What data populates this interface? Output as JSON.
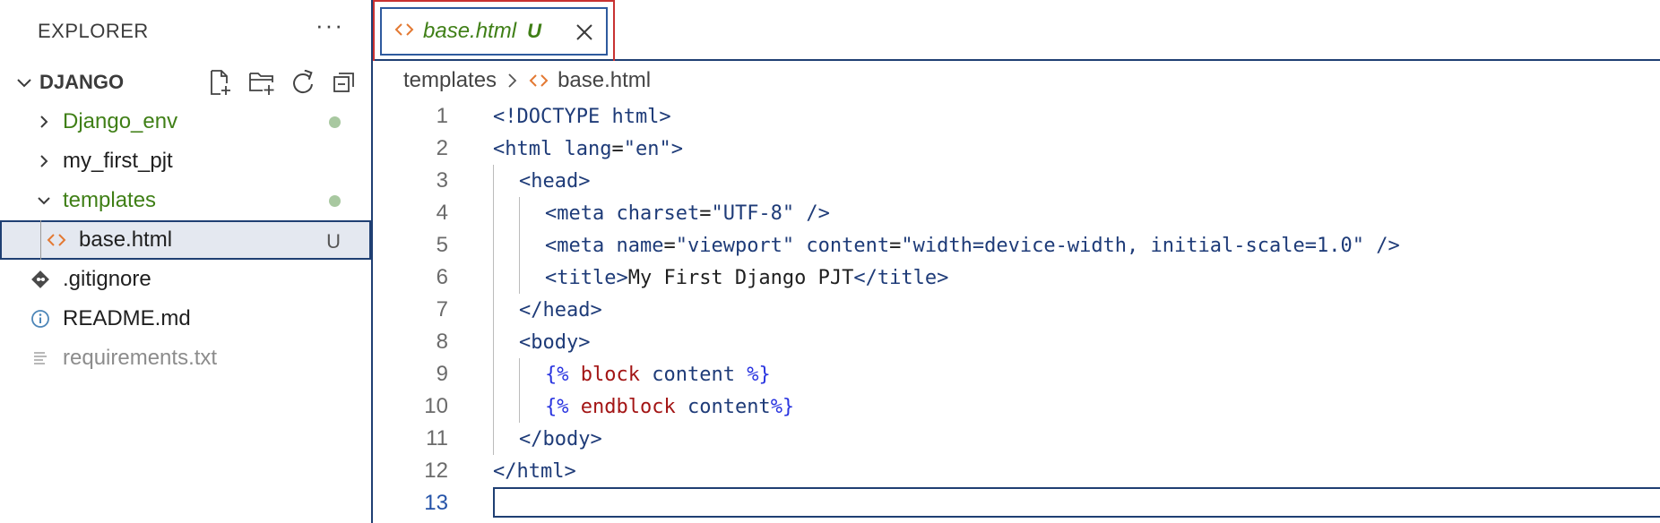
{
  "sidebar": {
    "title": "EXPLORER",
    "more": "···",
    "folder": "DJANGO",
    "items": [
      {
        "label": "Django_env",
        "kind": "folder",
        "expanded": false,
        "status": "dot"
      },
      {
        "label": "my_first_pjt",
        "kind": "folder",
        "expanded": false,
        "status": ""
      },
      {
        "label": "templates",
        "kind": "folder",
        "expanded": true,
        "status": "dot"
      },
      {
        "label": "base.html",
        "kind": "html-file",
        "status": "U"
      },
      {
        "label": ".gitignore",
        "kind": "git-file",
        "status": ""
      },
      {
        "label": "README.md",
        "kind": "info-file",
        "status": ""
      },
      {
        "label": "requirements.txt",
        "kind": "text-file",
        "status": ""
      }
    ]
  },
  "tab": {
    "name": "base.html",
    "status": "U"
  },
  "breadcrumb": {
    "folder": "templates",
    "file": "base.html"
  },
  "code": {
    "line_numbers": [
      "1",
      "2",
      "3",
      "4",
      "5",
      "6",
      "7",
      "8",
      "9",
      "10",
      "11",
      "12",
      "13"
    ],
    "l1": {
      "a": "<!DOCTYPE html>"
    },
    "l2": {
      "a": "<html",
      "b": " lang",
      "c": "=",
      "d": "\"en\"",
      "e": ">"
    },
    "l3": {
      "a": "<head>"
    },
    "l4": {
      "a": "<meta",
      "b": " charset",
      "c": "=",
      "d": "\"UTF-8\"",
      "e": " />"
    },
    "l5": {
      "a": "<meta",
      "b": " name",
      "c": "=",
      "d": "\"viewport\"",
      "f": " content",
      "g": "=",
      "h": "\"width=device-width, initial-scale=1.0\"",
      "e": " />"
    },
    "l6": {
      "a": "<title>",
      "b": "My First Django PJT",
      "c": "</title>"
    },
    "l7": {
      "a": "</head>"
    },
    "l8": {
      "a": "<body>"
    },
    "l9": {
      "a": "{%",
      "b": " block",
      "c": " content",
      "d": " %}"
    },
    "l10": {
      "a": "{%",
      "b": " endblock",
      "c": " content",
      "d": "%}"
    },
    "l11": {
      "a": "</body>"
    },
    "l12": {
      "a": "</html>"
    }
  },
  "colors": {
    "accent": "#1f3f73",
    "git_untracked": "#3f7f16",
    "tab_border": "#c83232"
  }
}
